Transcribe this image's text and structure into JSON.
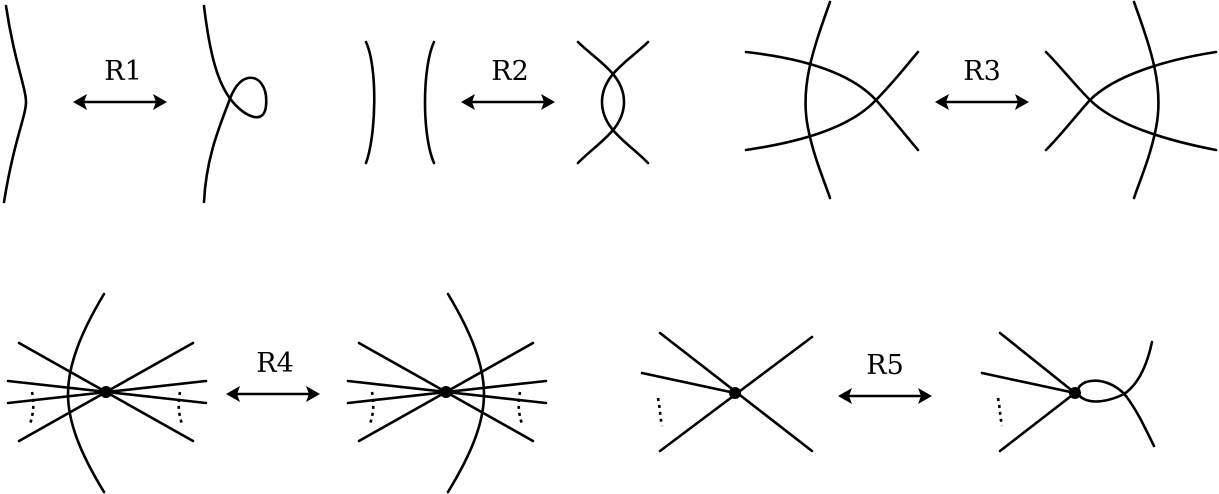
{
  "moves": [
    {
      "id": "r1",
      "label": "R1"
    },
    {
      "id": "r2",
      "label": "R2"
    },
    {
      "id": "r3",
      "label": "R3"
    },
    {
      "id": "r4",
      "label": "R4"
    },
    {
      "id": "r5",
      "label": "R5"
    }
  ]
}
